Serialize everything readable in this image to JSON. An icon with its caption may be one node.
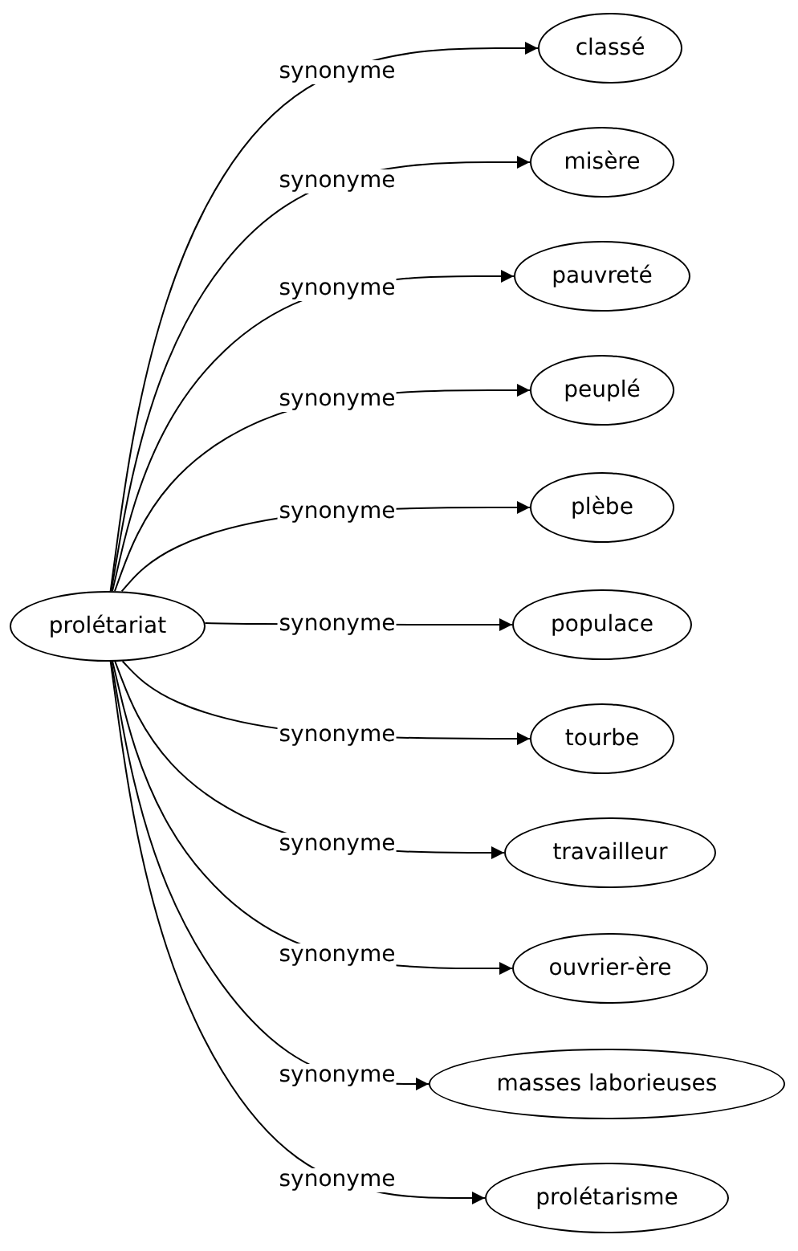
{
  "diagram": {
    "nodes": [
      {
        "text": [
          "prolétariat"
        ]
      },
      {
        "text": [
          "classé"
        ]
      },
      {
        "text": [
          "misère"
        ]
      },
      {
        "text": [
          "pauvreté"
        ]
      },
      {
        "text": [
          "peuplé"
        ]
      },
      {
        "text": [
          "plèbe"
        ]
      },
      {
        "text": [
          "populace"
        ]
      },
      {
        "text": [
          "tourbe"
        ]
      },
      {
        "text": [
          "travailleur"
        ]
      },
      {
        "text": [
          "ouvrier-ère"
        ]
      },
      {
        "text": [
          "masses laborieuses"
        ]
      },
      {
        "text": [
          "prolétarisme"
        ]
      }
    ],
    "edges": [
      {
        "from": 0,
        "to": 1,
        "arrow": "to",
        "label": "synonyme"
      },
      {
        "from": 0,
        "to": 2,
        "arrow": "to",
        "label": "synonyme"
      },
      {
        "from": 0,
        "to": 3,
        "arrow": "to",
        "label": "synonyme"
      },
      {
        "from": 0,
        "to": 4,
        "arrow": "to",
        "label": "synonyme"
      },
      {
        "from": 0,
        "to": 5,
        "arrow": "to",
        "label": "synonyme"
      },
      {
        "from": 0,
        "to": 6,
        "arrow": "to",
        "label": "synonyme"
      },
      {
        "from": 0,
        "to": 7,
        "arrow": "to",
        "label": "synonyme"
      },
      {
        "from": 0,
        "to": 8,
        "arrow": "to",
        "label": "synonyme"
      },
      {
        "from": 0,
        "to": 9,
        "arrow": "to",
        "label": "synonyme"
      },
      {
        "from": 0,
        "to": 10,
        "arrow": "to",
        "label": "synonyme"
      },
      {
        "from": 0,
        "to": 11,
        "arrow": "to",
        "label": "synonyme"
      }
    ]
  }
}
